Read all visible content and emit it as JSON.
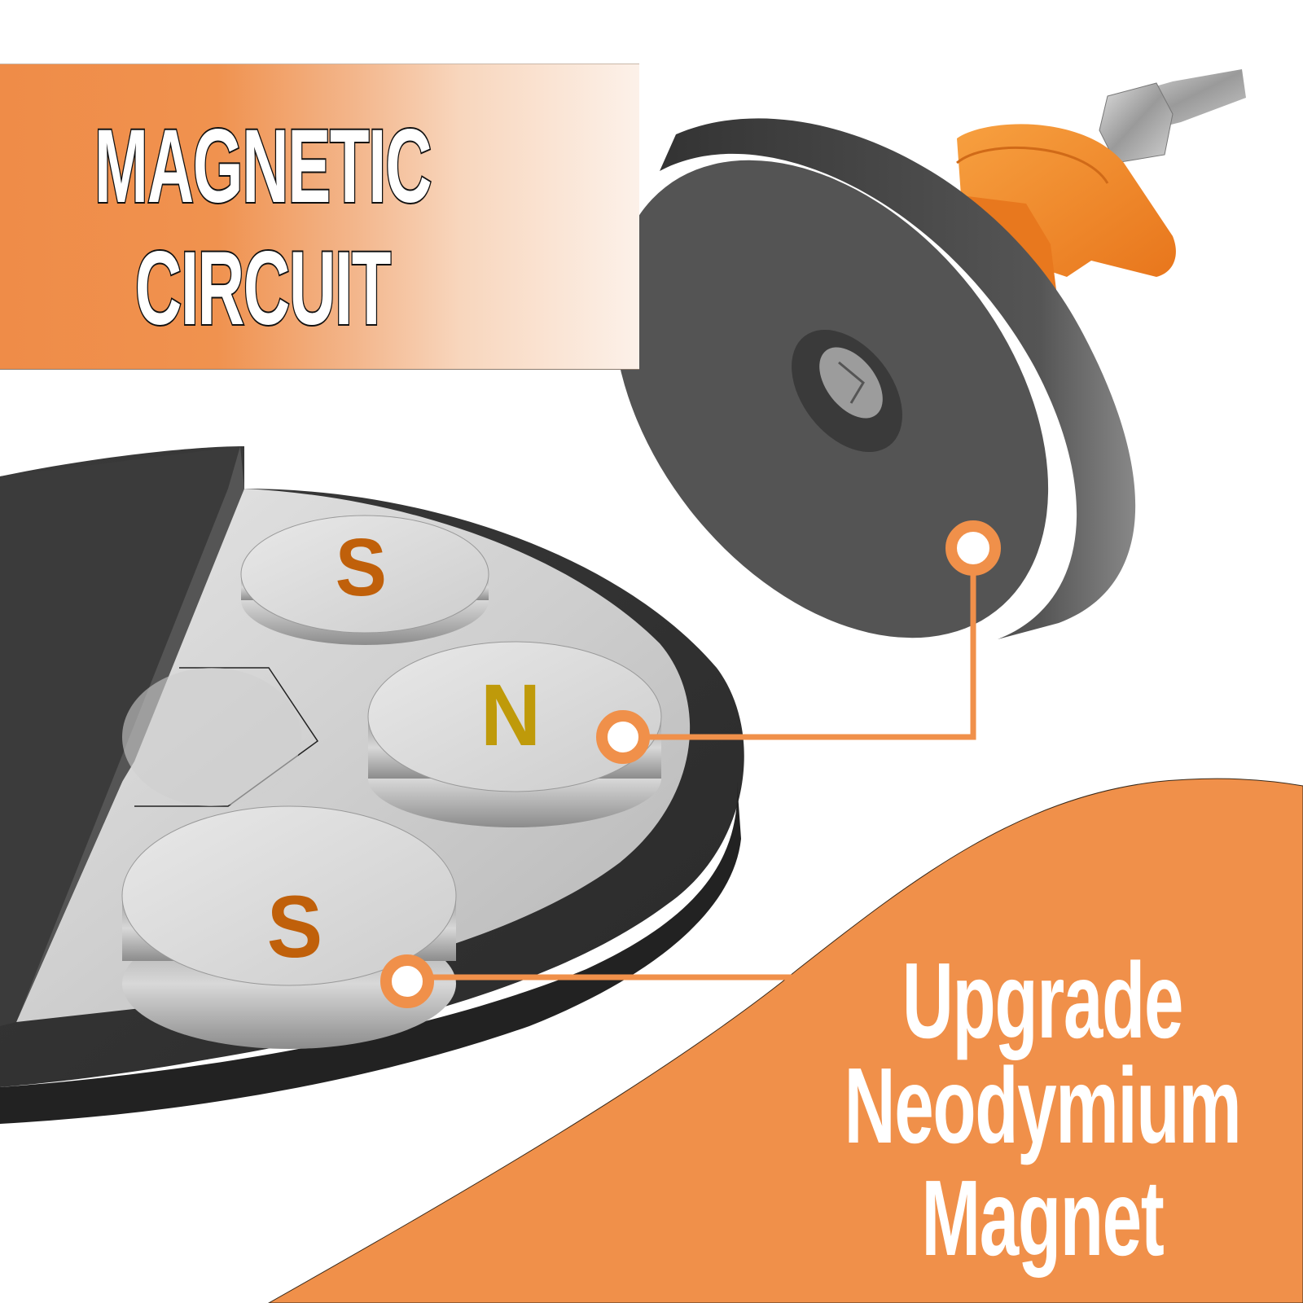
{
  "banner": {
    "line1": "MAGNETIC",
    "line2": "CIRCUIT",
    "gradient_start": "#EF8C48",
    "gradient_end": "#FCF1E9"
  },
  "promo": {
    "line1": "Upgrade",
    "line2": "Neodymium",
    "line3": "Magnet",
    "background": "#F0904A",
    "text_color": "#FFFFFF"
  },
  "diagram": {
    "poles": [
      {
        "label": "S",
        "color": "#C0600A"
      },
      {
        "label": "N",
        "color": "#BF9A0A"
      },
      {
        "label": "S",
        "color": "#C0600A"
      }
    ],
    "callout_color": "#F0904A"
  },
  "product": {
    "description": "Rubber-coated magnet base with orange knob and threaded bolt",
    "body_color": "#4A4A4A",
    "knob_color": "#F0882E"
  }
}
